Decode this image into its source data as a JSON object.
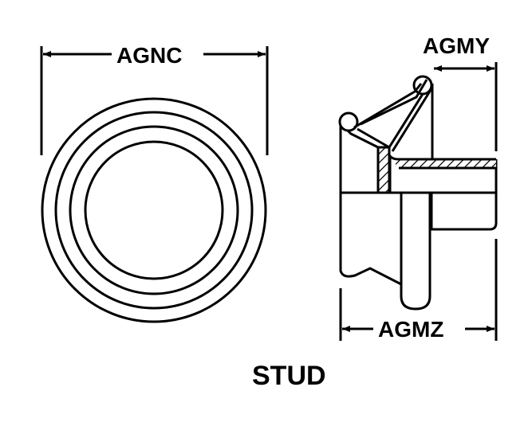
{
  "title": "STUD",
  "dimensions": {
    "diameter": "AGNC",
    "flange_offset": "AGMY",
    "overall_length": "AGMZ"
  }
}
